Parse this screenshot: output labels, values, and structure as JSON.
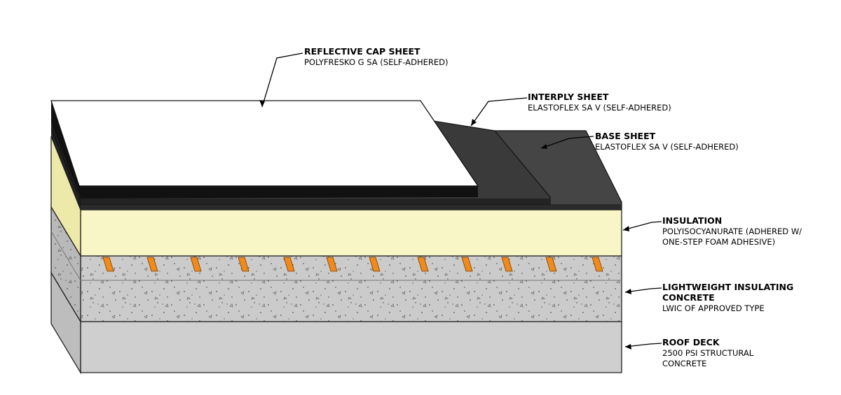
{
  "colors": {
    "cap_sheet": "#ffffff",
    "interply_sheet": "#3a3a3a",
    "base_sheet": "#454545",
    "membrane_edge": "#111111",
    "insulation": "#f8f6c6",
    "insulation_side": "#ece9a9",
    "lwic": "#cbcbcb",
    "roof_deck": "#cfcfcf",
    "foam_adhesive": "#f08a1c"
  },
  "labels": {
    "cap": {
      "title": "REFLECTIVE CAP SHEET",
      "lines": [
        "POLYFRESKO G SA (SELF-ADHERED)"
      ]
    },
    "interply": {
      "title": "INTERPLY SHEET",
      "lines": [
        "ELASTOFLEX SA V (SELF-ADHERED)"
      ]
    },
    "base": {
      "title": "BASE SHEET",
      "lines": [
        "ELASTOFLEX SA V (SELF-ADHERED)"
      ]
    },
    "insulation": {
      "title": "INSULATION",
      "lines": [
        "POLYISOCYANURATE (ADHERED W/",
        "ONE-STEP FOAM ADHESIVE)"
      ]
    },
    "lwic": {
      "title": "LIGHTWEIGHT INSULATING",
      "title2": "CONCRETE",
      "lines": [
        "LWIC OF APPROVED TYPE"
      ]
    },
    "deck": {
      "title": "ROOF DECK",
      "lines": [
        "2500 PSI STRUCTURAL",
        "CONCRETE"
      ]
    }
  }
}
